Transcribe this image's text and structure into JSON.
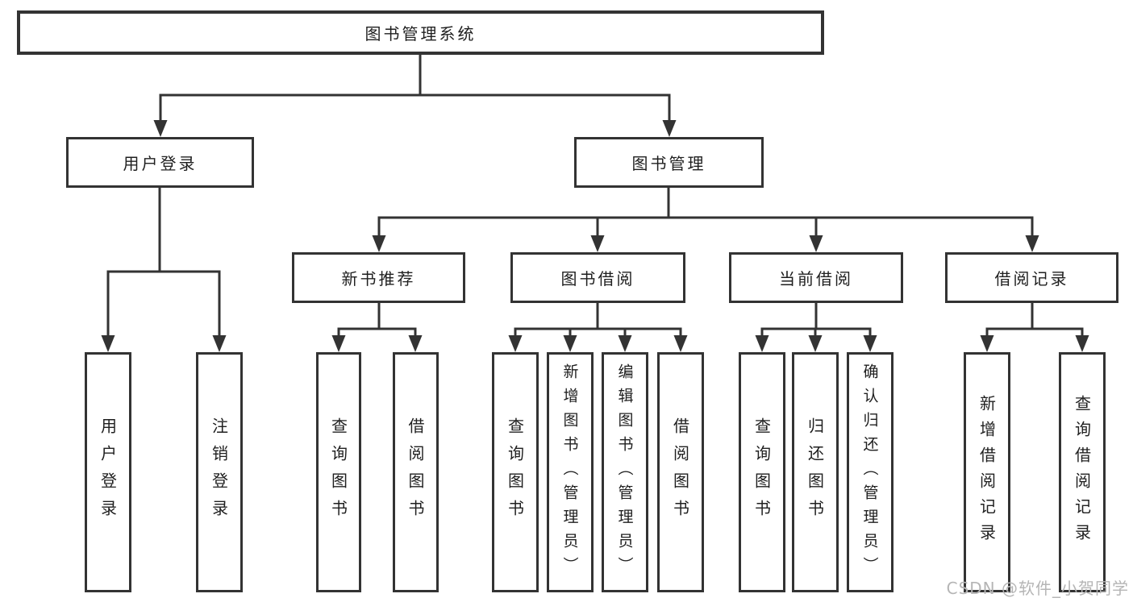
{
  "tree": {
    "label": "图书管理系统",
    "children": [
      {
        "label": "用户登录",
        "children": [
          {
            "label": "用户登录"
          },
          {
            "label": "注销登录"
          }
        ]
      },
      {
        "label": "图书管理",
        "children": [
          {
            "label": "新书推荐",
            "children": [
              {
                "label": "查询图书"
              },
              {
                "label": "借阅图书"
              }
            ]
          },
          {
            "label": "图书借阅",
            "children": [
              {
                "label": "查询图书"
              },
              {
                "label": "新增图书（管理员）"
              },
              {
                "label": "编辑图书（管理员）"
              },
              {
                "label": "借阅图书"
              }
            ]
          },
          {
            "label": "当前借阅",
            "children": [
              {
                "label": "查询图书"
              },
              {
                "label": "归还图书"
              },
              {
                "label": "确认归还（管理员）"
              }
            ]
          },
          {
            "label": "借阅记录",
            "children": [
              {
                "label": "新增借阅记录"
              },
              {
                "label": "查询借阅记录"
              }
            ]
          }
        ]
      }
    ]
  },
  "watermark": "CSDN @软件_小贺同学",
  "colors": {
    "line": "#333333",
    "text": "#1f1f1f",
    "watermark": "#b5b5b5",
    "background": "#ffffff"
  }
}
